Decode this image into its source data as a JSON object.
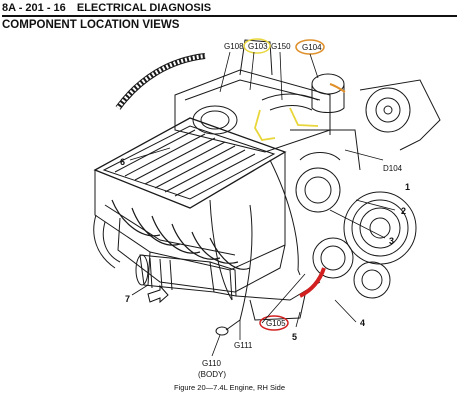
{
  "header": {
    "page_number": "8A - 201 - 16",
    "section": "ELECTRICAL DIAGNOSIS",
    "title": "COMPONENT LOCATION VIEWS"
  },
  "callouts": {
    "g108": "G108",
    "g103": "G103",
    "g150": "G150",
    "g104": "G104",
    "d104": "D104",
    "g105": "G105",
    "g111": "G111",
    "g110": "G110",
    "body": "(BODY)",
    "n1": "1",
    "n2": "2",
    "n3": "3",
    "n4": "4",
    "n5": "5",
    "n6": "6",
    "n7": "7"
  },
  "highlight_colors": {
    "yellow_circle": "#e8d63a",
    "orange_circle": "#e0902a",
    "red_circle": "#d22020",
    "red_strap": "#d22020"
  },
  "caption": "Figure 20—7.4L Engine, RH Side"
}
